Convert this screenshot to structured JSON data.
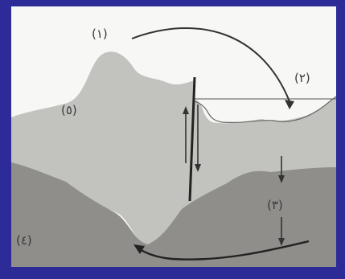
{
  "labels": {
    "l1": "(١)",
    "l2": "(٢)",
    "l3": "(٣)",
    "l4": "(٤)",
    "l5": "(٥)"
  },
  "colors": {
    "frame": "#2c2b97",
    "paper": "#f7f7f5",
    "upper_layer": "#c2c2bf",
    "lower_layer": "#8f8e8b",
    "ink": "#333333"
  }
}
